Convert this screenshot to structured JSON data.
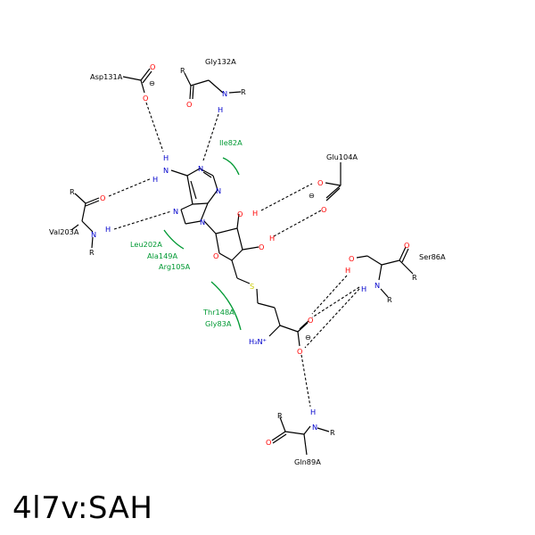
{
  "title": "4l7v:SAH",
  "residues": {
    "asp131": "Asp131A",
    "gly132": "Gly132A",
    "glu104": "Glu104A",
    "val203": "Val203A",
    "ser86": "Ser86A",
    "gln89": "Gln89A"
  },
  "hydrophobic": {
    "ile82": "Ile82A",
    "leu202": "Leu202A",
    "ala149": "Ala149A",
    "arg105": "Arg105A",
    "thr148": "Thr148A",
    "gly83": "Gly83A"
  },
  "atoms": {
    "O": "O",
    "N": "N",
    "H": "H",
    "S": "S",
    "R": "R",
    "minus": "⊖",
    "nh3": "H₃N⁺"
  },
  "colors": {
    "oxygen": "#ff0000",
    "nitrogen": "#0000cc",
    "sulfur": "#cccc00",
    "hydrophobic": "#009933",
    "bond": "#000000"
  }
}
